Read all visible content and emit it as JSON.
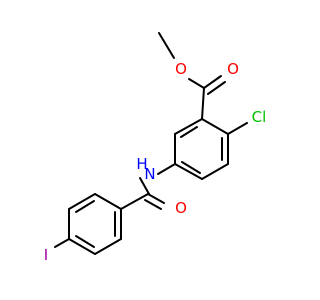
{
  "molecule": {
    "atoms": {
      "methoxy_o": {
        "label": "O",
        "color": "#ff0000"
      },
      "carbonyl_o_ester": {
        "label": "O",
        "color": "#ff0000"
      },
      "cl": {
        "label": "Cl",
        "color": "#00c000"
      },
      "amide_n": {
        "label": "N",
        "color": "#0000ff"
      },
      "amide_h": {
        "label": "H",
        "color": "#0000ff"
      },
      "carbonyl_o_amide": {
        "label": "O",
        "color": "#ff0000"
      },
      "iodine": {
        "label": "I",
        "color": "#a000a0"
      }
    },
    "bond_color": "#000000"
  }
}
